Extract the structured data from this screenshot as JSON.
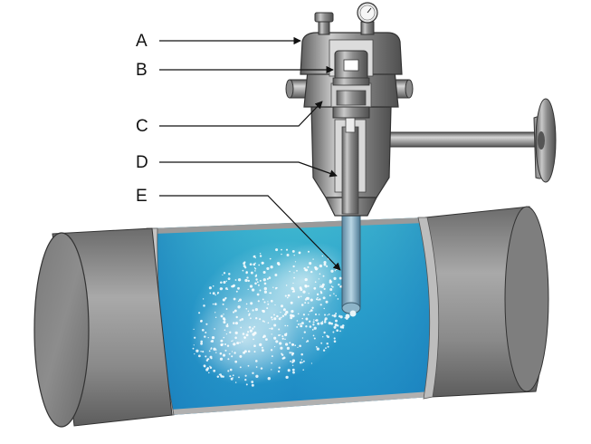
{
  "callouts": [
    {
      "id": "A",
      "label": "A"
    },
    {
      "id": "B",
      "label": "B"
    },
    {
      "id": "C",
      "label": "C"
    },
    {
      "id": "D",
      "label": "D"
    },
    {
      "id": "E",
      "label": "E"
    }
  ],
  "colors": {
    "pipe_gray": "#8e8e8e",
    "liquid_blue": "#1f8fc6",
    "liquid_light": "#4fc3d6",
    "metal_dark": "#6f6f6f",
    "metal_light": "#d8d8d8",
    "line": "#111111"
  }
}
